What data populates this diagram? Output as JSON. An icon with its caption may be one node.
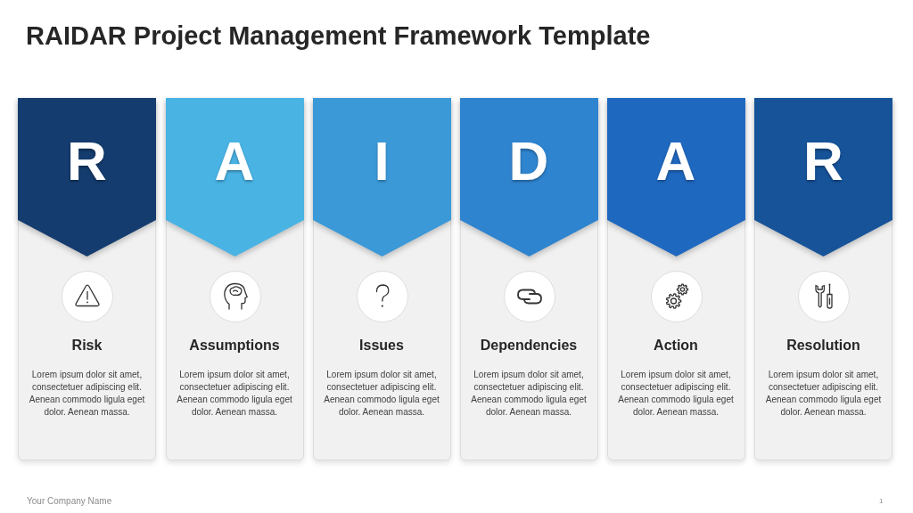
{
  "diagram": {
    "title": "RAIDAR Project Management Framework Template",
    "nodes": [
      {
        "text": [
          "Risk",
          "Lorem ipsum dolor sit amet, consectetuer adipiscing elit. Aenean commodo ligula eget dolor. Aenean massa."
        ]
      },
      {
        "text": [
          "R"
        ],
        "in": 0
      },
      {
        "text": [
          "Assumptions",
          "Lorem ipsum dolor sit amet, consectetuer adipiscing elit. Aenean commodo ligula eget dolor. Aenean massa."
        ]
      },
      {
        "text": [
          "A"
        ],
        "in": 2
      },
      {
        "text": [
          "Issues",
          "Lorem ipsum dolor sit amet, consectetuer adipiscing elit. Aenean commodo ligula eget dolor. Aenean massa."
        ]
      },
      {
        "text": [
          "I"
        ],
        "in": 4
      },
      {
        "text": [
          "Dependencies",
          "Lorem ipsum dolor sit amet, consectetuer adipiscing elit. Aenean commodo ligula eget dolor. Aenean massa."
        ]
      },
      {
        "text": [
          "D"
        ],
        "in": 6
      },
      {
        "text": [
          "Action",
          "Lorem ipsum dolor sit amet, consectetuer adipiscing elit. Aenean commodo ligula eget dolor. Aenean massa."
        ]
      },
      {
        "text": [
          "A"
        ],
        "in": 8
      },
      {
        "text": [
          "Resolution",
          "Lorem ipsum dolor sit amet, consectetuer adipiscing elit. Aenean commodo ligula eget dolor. Aenean massa."
        ]
      },
      {
        "text": [
          "R"
        ],
        "in": 10
      }
    ],
    "labels": [
      "Your Company Name",
      "1"
    ]
  }
}
